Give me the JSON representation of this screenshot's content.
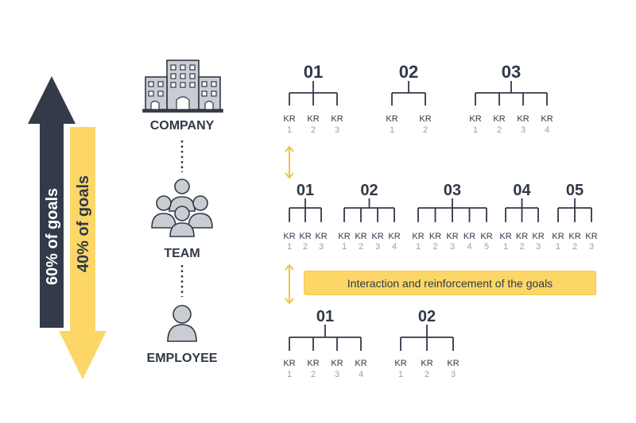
{
  "arrows": {
    "up_label": "60% of goals",
    "down_label": "40% of goals",
    "up_color": "#333b4a",
    "down_color": "#fcd767"
  },
  "levels": {
    "company": {
      "label": "COMPANY",
      "icon": "building-icon"
    },
    "team": {
      "label": "TEAM",
      "icon": "group-icon"
    },
    "employee": {
      "label": "EMPLOYEE",
      "icon": "person-icon"
    }
  },
  "kr_label": "KR",
  "banner_text": "Interaction and reinforcement of the goals",
  "colors": {
    "dark": "#2f3947",
    "muted": "#9aa0a6",
    "accent": "#fcd767",
    "icon_fill": "#c9cdd2"
  },
  "objectives": {
    "company": [
      {
        "id": "01",
        "krs": [
          "1",
          "2",
          "3"
        ]
      },
      {
        "id": "02",
        "krs": [
          "1",
          "2"
        ]
      },
      {
        "id": "03",
        "krs": [
          "1",
          "2",
          "3",
          "4"
        ]
      }
    ],
    "team": [
      {
        "id": "01",
        "krs": [
          "1",
          "2",
          "3"
        ]
      },
      {
        "id": "02",
        "krs": [
          "1",
          "2",
          "3",
          "4"
        ]
      },
      {
        "id": "03",
        "krs": [
          "1",
          "2",
          "3",
          "4",
          "5"
        ]
      },
      {
        "id": "04",
        "krs": [
          "1",
          "2",
          "3"
        ]
      },
      {
        "id": "05",
        "krs": [
          "1",
          "2",
          "3"
        ]
      }
    ],
    "employee": [
      {
        "id": "01",
        "krs": [
          "1",
          "2",
          "3",
          "4"
        ]
      },
      {
        "id": "02",
        "krs": [
          "1",
          "2",
          "3"
        ]
      }
    ]
  }
}
